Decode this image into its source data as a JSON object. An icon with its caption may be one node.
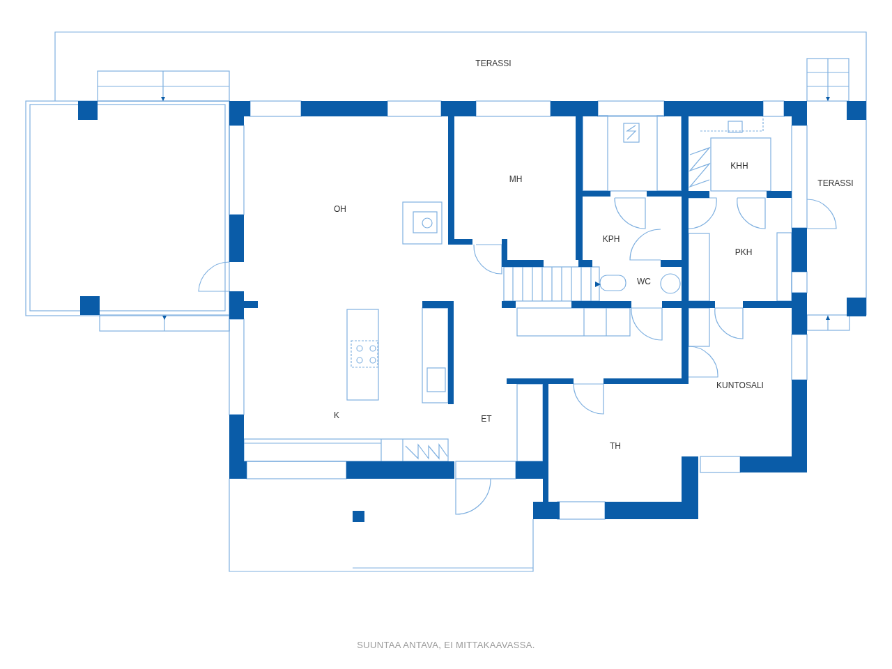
{
  "diagram": {
    "labels": [
      "TERASSI",
      "MH",
      "OH",
      "KHH",
      "TERASSI",
      "KPH",
      "PKH",
      "WC",
      "K",
      "ET",
      "KUNTOSALI",
      "TH",
      "SUUNTAA ANTAVA, EI MITTAKAAVASSA."
    ]
  }
}
